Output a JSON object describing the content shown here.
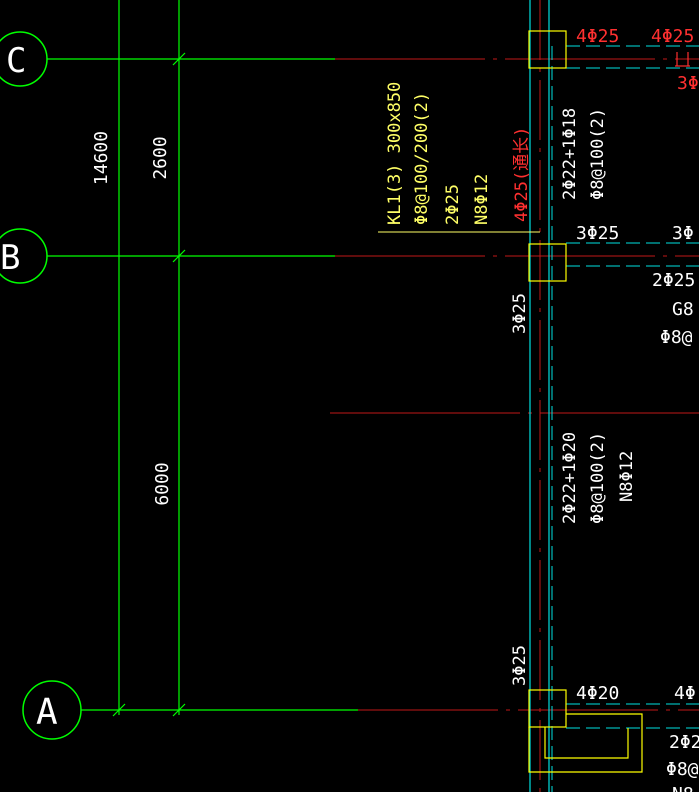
{
  "colors": {
    "background": "#000000",
    "grid_line": "#00ff00",
    "axis_red": "#c01818",
    "beam_cyan": "#00e0e0",
    "annotation_yellow": "#ffff66",
    "annotation_white": "#ffffff",
    "annotation_red": "#ff3030",
    "column_yellow": "#ffff00"
  },
  "axes": {
    "C": "C",
    "B": "B",
    "A": "A"
  },
  "dimensions": {
    "total": "14600",
    "upper": "2600",
    "lower": "6000"
  },
  "beam_label": {
    "line1": "KL1(3) 300x850",
    "line2": "Φ8@100/200(2)",
    "line3": "2Φ25",
    "line4": "N8Φ12"
  },
  "rebar_red": {
    "top_left": "4Φ25",
    "top_right": "4Φ25",
    "right_edge_top": "3Φ",
    "vertical": "4Φ25(通长)"
  },
  "rebar_white": {
    "span1_v1": "2Φ22+1Φ18",
    "span1_v2": "Φ8@100(2)",
    "span2_v1": "2Φ22+1Φ20",
    "span2_v2": "Φ8@100(2)",
    "span2_v3": "N8Φ12",
    "support_B_h": "3Φ25",
    "support_B_right": "3Φ",
    "support_B_left_v": "3Φ25",
    "support_A_left_v": "3Φ25",
    "support_A_h": "4Φ20",
    "support_A_right": "4Φ",
    "right_b1": "2Φ25",
    "right_b2": "G8",
    "right_b3": "Φ8@",
    "right_a1": "2Φ2",
    "right_a2": "Φ8@",
    "right_a3": "N8"
  }
}
